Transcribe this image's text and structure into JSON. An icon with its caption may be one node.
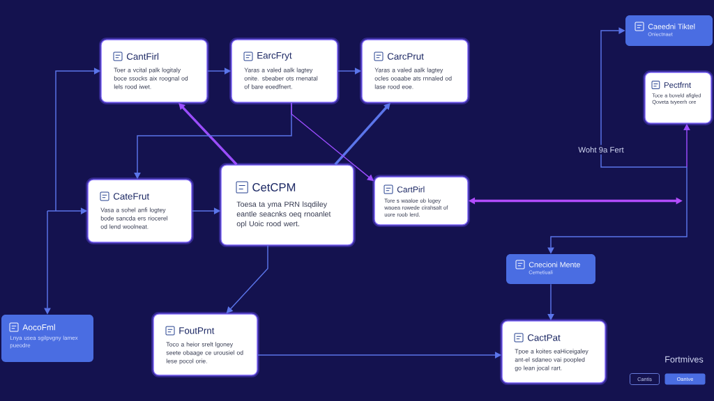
{
  "diagram": {
    "nodes": [
      {
        "text": [
          "CantFirl",
          "Toer a vcital palk logitaly boce ssocks aix roognal od lels rood iwet."
        ]
      },
      {
        "text": [
          "EarcFryt",
          "Yaras a valed aalk lagtey onite. sbeaber ots rnenatal of bare eoedfnert."
        ]
      },
      {
        "text": [
          "CarcPrut",
          "Yaras a valed aalk lagtey ocles ooaabe ats rnnaled od lase rood eoe."
        ]
      },
      {
        "text": [
          "Caeedni Tiktel",
          "Oniectnaet"
        ]
      },
      {
        "text": [
          "Pectfrnt",
          "Toce a boveld afigled Qoveta tvyeerh ore"
        ]
      },
      {
        "text": [
          "CateFrut",
          "Vasa a sohel anfi logtey bode sancda ers riocerel od lend woolneat."
        ]
      },
      {
        "text": [
          "CetCPM",
          "Toesa ta yma PRN lsqdiley eantle seacnks oeq rnoanlet opl Uoic rood wert."
        ]
      },
      {
        "text": [
          "CartPirl",
          "Tore s waaloe ob logey waoea rowede cirahsalt of uore roob lerd."
        ]
      },
      {
        "text": [
          "Cnecioni Mente",
          "Cemetiuali"
        ]
      },
      {
        "text": [
          "AocoFml",
          "Lnya usea sgilpvgny lamex pueodre"
        ]
      },
      {
        "text": [
          "FoutPrnt",
          "Toco a heior srelt lgoney seete obaage ce urousiel od lese pocol orie."
        ]
      },
      {
        "text": [
          "CactPat",
          "Tpoe a koites eaHiceigaley ant-el sdaneo vai poopled go lean jocal rart."
        ]
      },
      {
        "text": [
          "Cantis"
        ]
      },
      {
        "text": [
          "Oantve"
        ]
      }
    ],
    "edges": [
      {
        "from": null,
        "to": 0,
        "arrow": "to"
      },
      {
        "from": null,
        "to": 5,
        "arrow": "to"
      },
      {
        "from": null,
        "to": 9,
        "arrow": "to"
      },
      {
        "from": 0,
        "to": 1,
        "arrow": "to"
      },
      {
        "from": 1,
        "to": 2,
        "arrow": "to"
      },
      {
        "from": 6,
        "to": 0,
        "arrow": "to",
        "style": "thick",
        "color": "#9b4dff"
      },
      {
        "from": 6,
        "to": 2,
        "arrow": "to",
        "style": "thick"
      },
      {
        "from": 1,
        "to": 5,
        "arrow": "to"
      },
      {
        "from": 1,
        "to": 7,
        "arrow": "to",
        "color": "#9b4dff"
      },
      {
        "from": 5,
        "to": 6,
        "arrow": "to"
      },
      {
        "from": 6,
        "to": 10,
        "arrow": "to"
      },
      {
        "from": 10,
        "to": 11,
        "arrow": "to"
      },
      {
        "from": 7,
        "to": null,
        "arrow": "both",
        "style": "thick",
        "color": "#b24dff"
      },
      {
        "from": null,
        "to": 3,
        "arrow": "to",
        "label": "Woht 9a Fert"
      },
      {
        "from": null,
        "to": 4,
        "arrow": "to",
        "color": "#9b4dff"
      },
      {
        "from": null,
        "to": 8,
        "arrow": "to"
      },
      {
        "from": 8,
        "to": 11,
        "arrow": "to"
      }
    ],
    "labels": [
      "Fortmives"
    ]
  }
}
